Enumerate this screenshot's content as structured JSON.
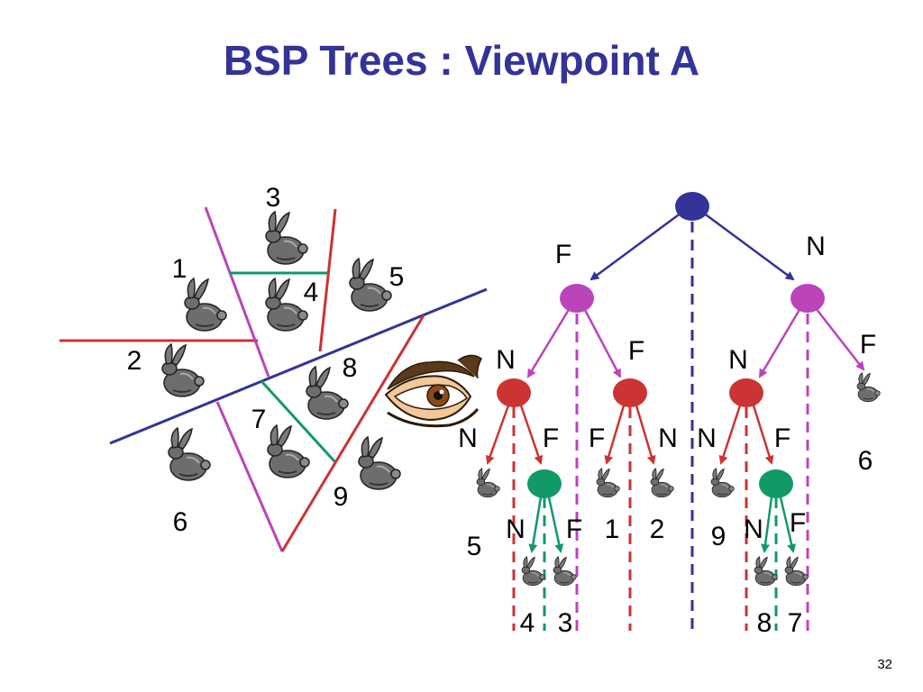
{
  "title": "BSP Trees : Viewpoint A",
  "slide_number": "32",
  "colors": {
    "title": "#333399",
    "root": "#333399",
    "magenta": "#BB44BB",
    "red": "#CC3333",
    "green": "#119966"
  },
  "icons": {
    "object": "bunny-icon",
    "viewer": "eye-icon"
  },
  "scene": {
    "region_labels": [
      "1",
      "2",
      "3",
      "4",
      "5",
      "6",
      "7",
      "8",
      "9"
    ]
  },
  "tree": {
    "edge_labels": {
      "root_left": "F",
      "root_right": "N",
      "m1_left": "N",
      "m1_right": "F",
      "m2_left": "N",
      "m2_right": "F",
      "r1_left": "N",
      "r1_right": "F",
      "r2_left": "F",
      "r2_right": "N",
      "r3_left": "N",
      "r3_right": "F",
      "g1_left": "N",
      "g1_right": "F",
      "g2_left": "N",
      "g2_right": "F"
    },
    "leaf_labels": {
      "leaf_5": "5",
      "leaf_4": "4",
      "leaf_3": "3",
      "leaf_1": "1",
      "leaf_2": "2",
      "leaf_9": "9",
      "leaf_8": "8",
      "leaf_7": "7",
      "leaf_6": "6"
    }
  }
}
